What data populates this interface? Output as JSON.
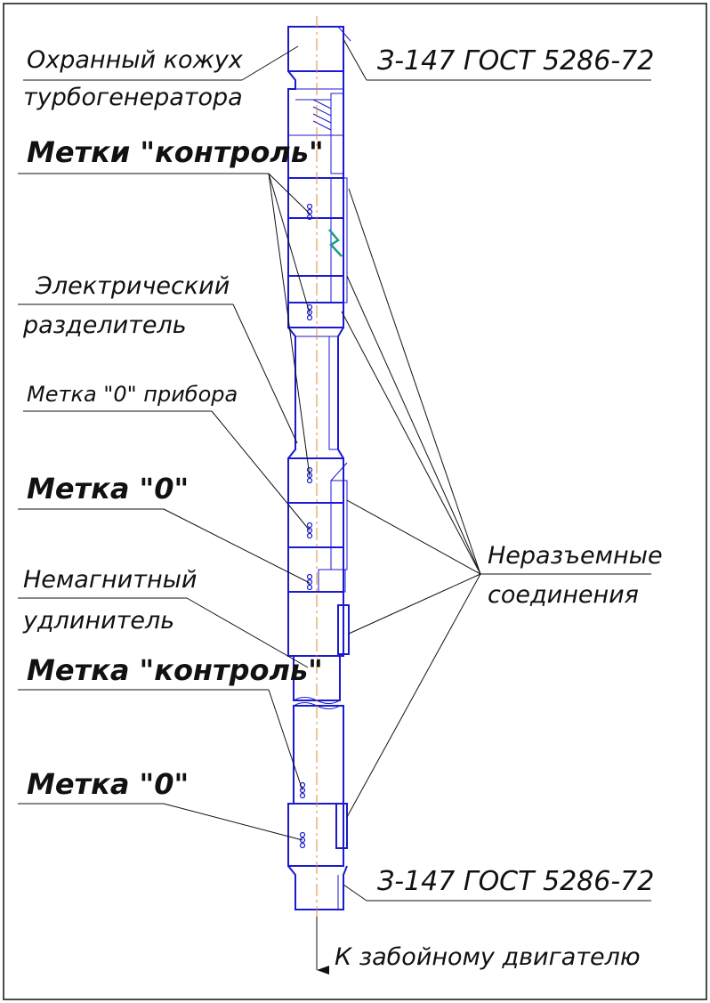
{
  "labels": {
    "housing_line1": "Охранный кожух",
    "housing_line2": "турбогенератора",
    "thread_top": "З-147 ГОСТ 5286-72",
    "marks_control_1": "Метки \"контроль\"",
    "separator_line1": "Электрический",
    "separator_line2": "разделитель",
    "mark_zero_device": "Метка \"0\" прибора",
    "mark_zero_1": "Метка \"0\"",
    "nonmagnetic_line1": "Немагнитный",
    "nonmagnetic_line2": "удлинитель",
    "mark_control_2": "Метка \"контроль\"",
    "mark_zero_2": "Метка \"0\"",
    "permanent_line1": "Неразъемные",
    "permanent_line2": "соединения",
    "thread_bottom": "З-147 ГОСТ 5286-72",
    "direction": "К забойному двигателю"
  },
  "colors": {
    "outline": "#1a1ad0",
    "axis": "#e08a2a",
    "leader": "#111111",
    "accent": "#1a9a8a"
  }
}
